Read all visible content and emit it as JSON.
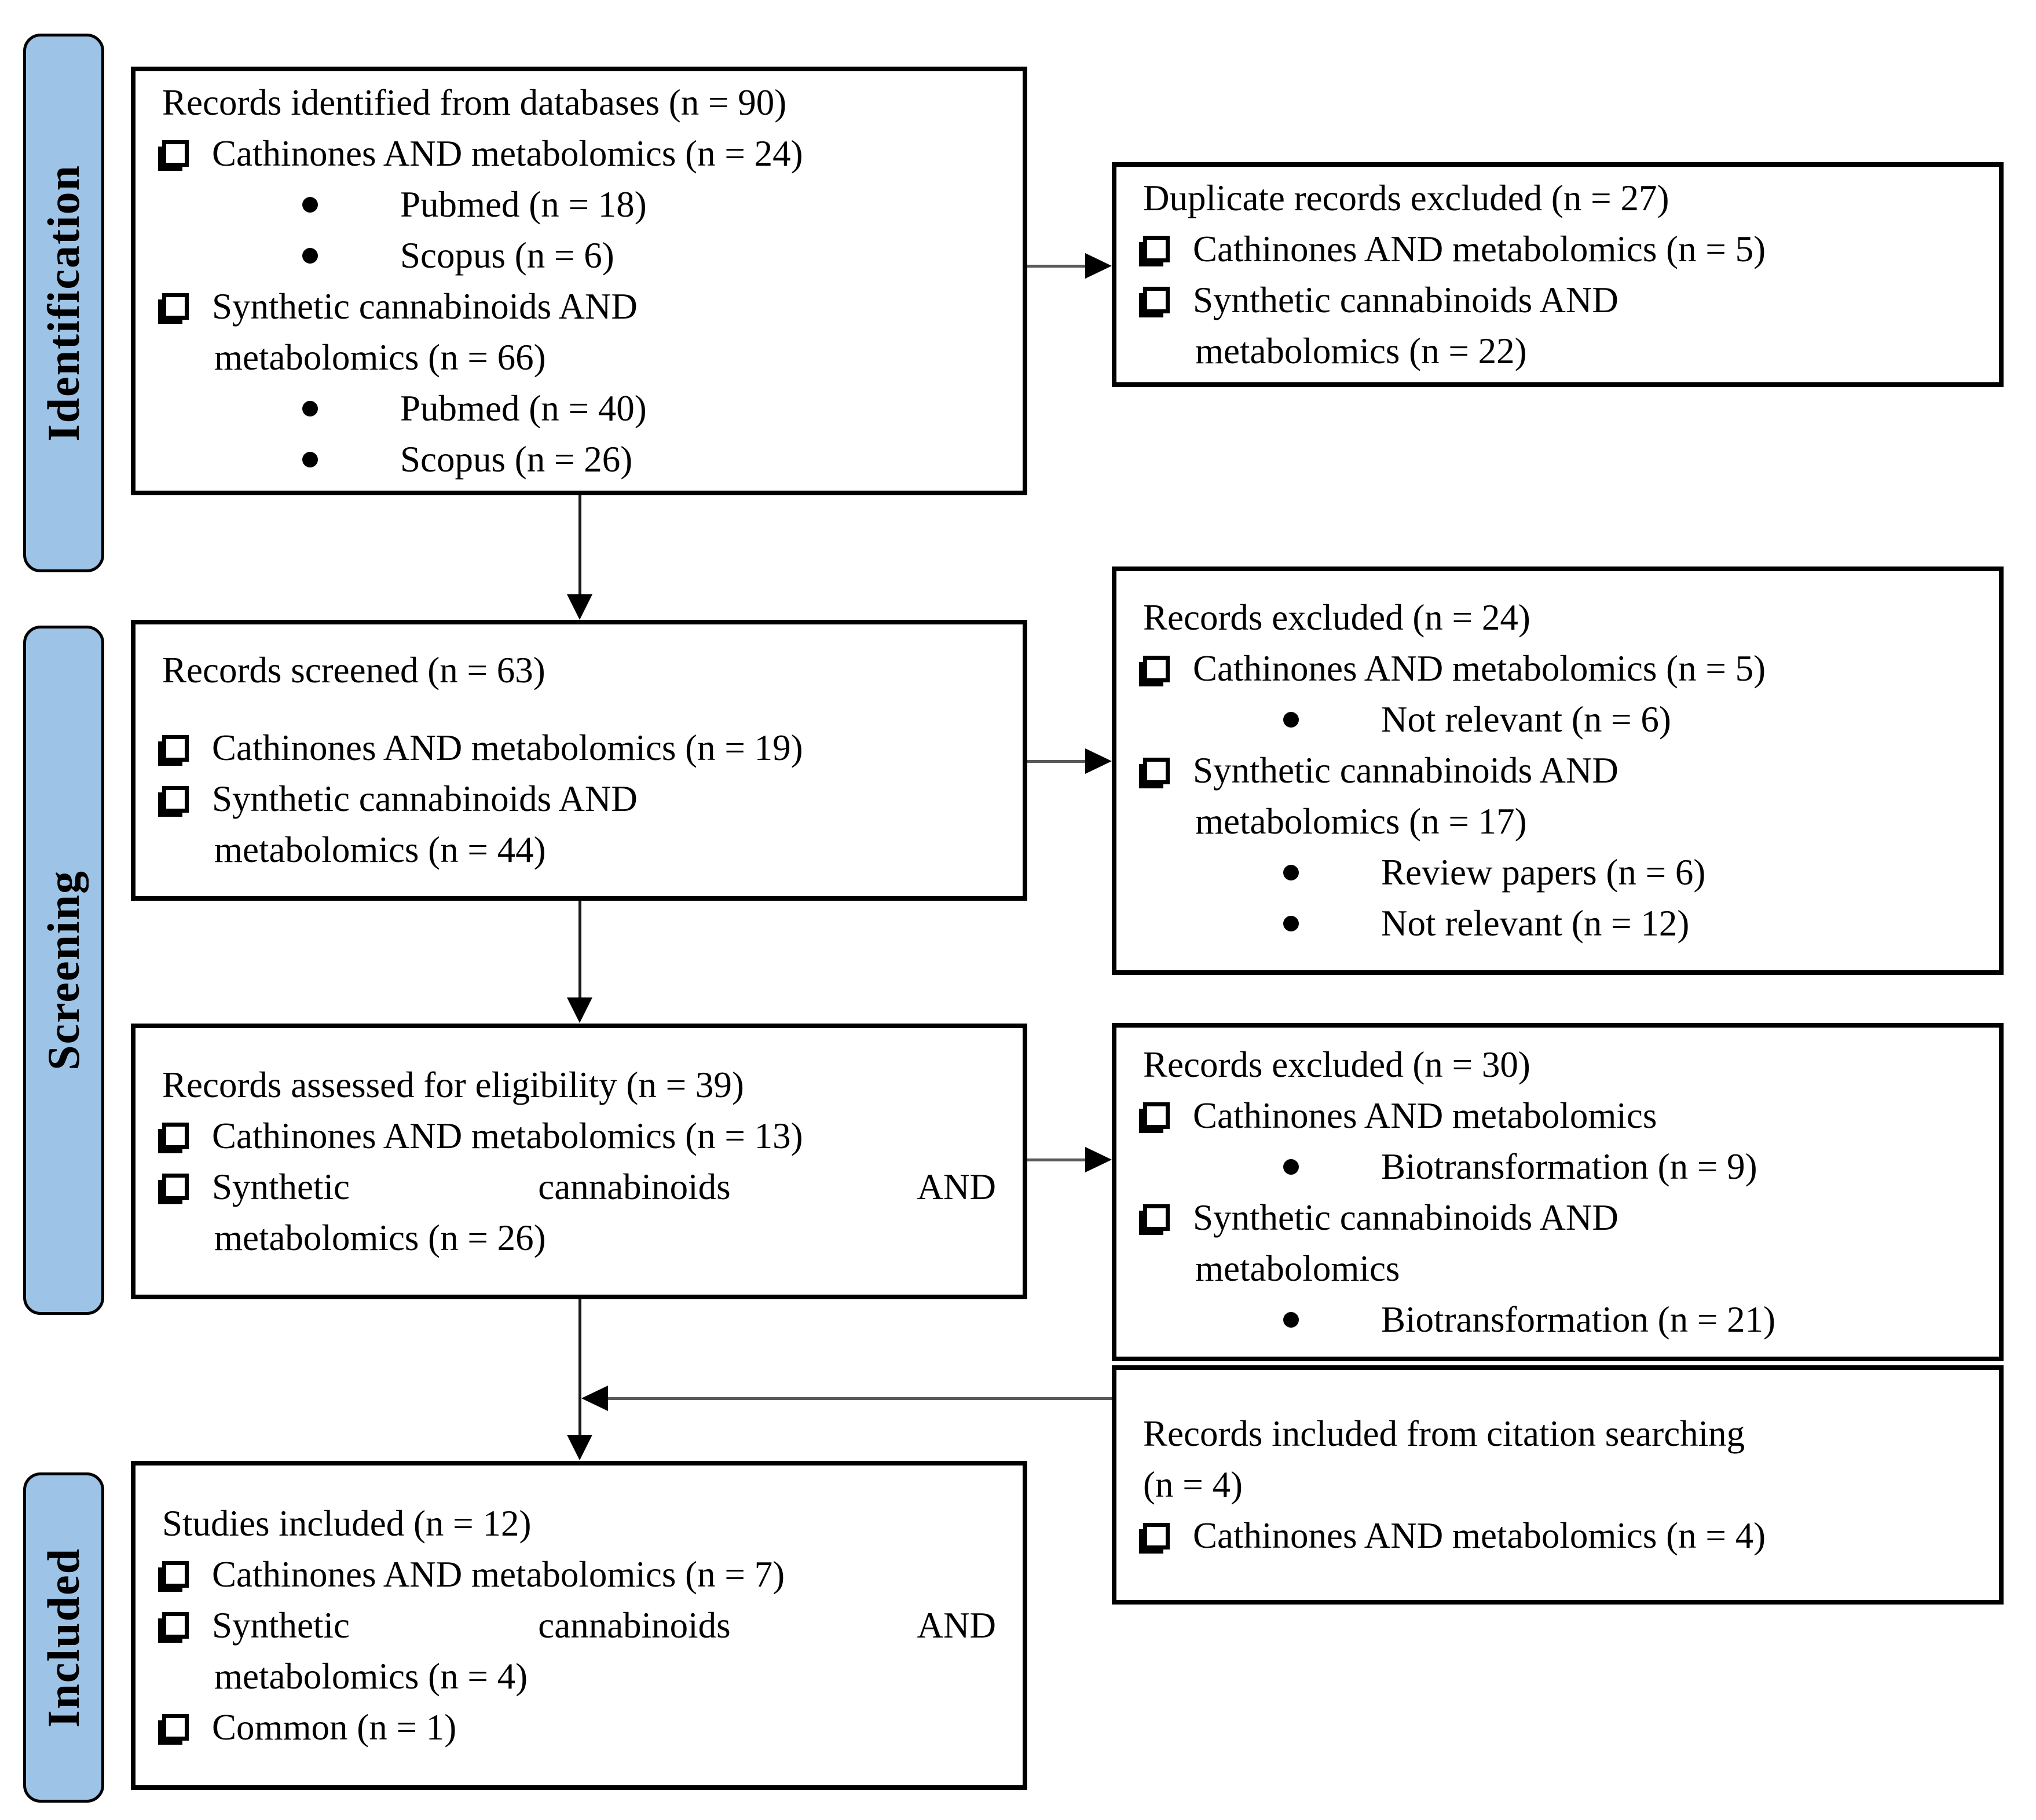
{
  "stages": {
    "identification": "Identification",
    "screening": "Screening",
    "included": "Included"
  },
  "boxes": {
    "identified": {
      "lines": [
        {
          "type": "title",
          "text": "Records identified from databases (n = 90)"
        },
        {
          "type": "check",
          "text": "Cathinones AND metabolomics (n = 24)"
        },
        {
          "type": "bullet",
          "text": "Pubmed (n = 18)"
        },
        {
          "type": "bullet",
          "text": "Scopus (n = 6)"
        },
        {
          "type": "check",
          "text": "Synthetic cannabinoids AND"
        },
        {
          "type": "cont",
          "text": "metabolomics (n = 66)"
        },
        {
          "type": "bullet",
          "text": "Pubmed (n = 40)"
        },
        {
          "type": "bullet",
          "text": "Scopus (n = 26)"
        }
      ]
    },
    "duplicates": {
      "lines": [
        {
          "type": "title",
          "text": "Duplicate records excluded (n = 27)"
        },
        {
          "type": "check",
          "text": "Cathinones AND metabolomics (n = 5)"
        },
        {
          "type": "check",
          "text": "Synthetic cannabinoids AND"
        },
        {
          "type": "cont",
          "text": "metabolomics (n = 22)"
        }
      ]
    },
    "screened": {
      "lines": [
        {
          "type": "title",
          "text": "Records screened (n = 63)"
        },
        {
          "type": "check",
          "text": "Cathinones AND metabolomics (n = 19)"
        },
        {
          "type": "check",
          "text": "Synthetic cannabinoids AND"
        },
        {
          "type": "cont",
          "text": "metabolomics (n = 44)"
        }
      ]
    },
    "excluded_screening": {
      "lines": [
        {
          "type": "title",
          "text": "Records excluded (n = 24)"
        },
        {
          "type": "check",
          "text": "Cathinones AND metabolomics (n = 5)"
        },
        {
          "type": "bullet",
          "text": "Not relevant (n = 6)"
        },
        {
          "type": "check",
          "text": "Synthetic cannabinoids AND"
        },
        {
          "type": "cont",
          "text": "metabolomics (n = 17)"
        },
        {
          "type": "bullet",
          "text": "Review papers (n = 6)"
        },
        {
          "type": "bullet",
          "text": "Not relevant (n = 12)"
        }
      ]
    },
    "assessed": {
      "lines": [
        {
          "type": "title",
          "text": "Records assessed for eligibility (n = 39)"
        },
        {
          "type": "check",
          "text": "Cathinones AND metabolomics (n = 13)"
        },
        {
          "type": "check-just",
          "text": "Synthetic cannabinoids AND"
        },
        {
          "type": "cont",
          "text": "metabolomics (n = 26)"
        }
      ]
    },
    "excluded_eligibility": {
      "lines": [
        {
          "type": "title",
          "text": "Records excluded (n = 30)"
        },
        {
          "type": "check",
          "text": "Cathinones AND metabolomics"
        },
        {
          "type": "bullet",
          "text": "Biotransformation (n = 9)"
        },
        {
          "type": "check",
          "text": "Synthetic cannabinoids AND"
        },
        {
          "type": "cont",
          "text": "metabolomics"
        },
        {
          "type": "bullet",
          "text": "Biotransformation (n = 21)"
        }
      ]
    },
    "citation": {
      "lines": [
        {
          "type": "title",
          "text": "Records included from citation searching"
        },
        {
          "type": "title",
          "text": "(n = 4)"
        },
        {
          "type": "check",
          "text": "Cathinones AND metabolomics (n = 4)"
        }
      ]
    },
    "included": {
      "lines": [
        {
          "type": "title",
          "text": "Studies included (n = 12)"
        },
        {
          "type": "check",
          "text": "Cathinones AND metabolomics (n = 7)"
        },
        {
          "type": "check-just",
          "text": "Synthetic cannabinoids AND"
        },
        {
          "type": "cont",
          "text": "metabolomics (n = 4)"
        },
        {
          "type": "check",
          "text": "Common (n = 1)"
        }
      ]
    }
  },
  "colors": {
    "stage_fill": "#9DC3E6",
    "box_border": "#000000",
    "connector_line": "#595959",
    "arrowhead": "#000000"
  }
}
